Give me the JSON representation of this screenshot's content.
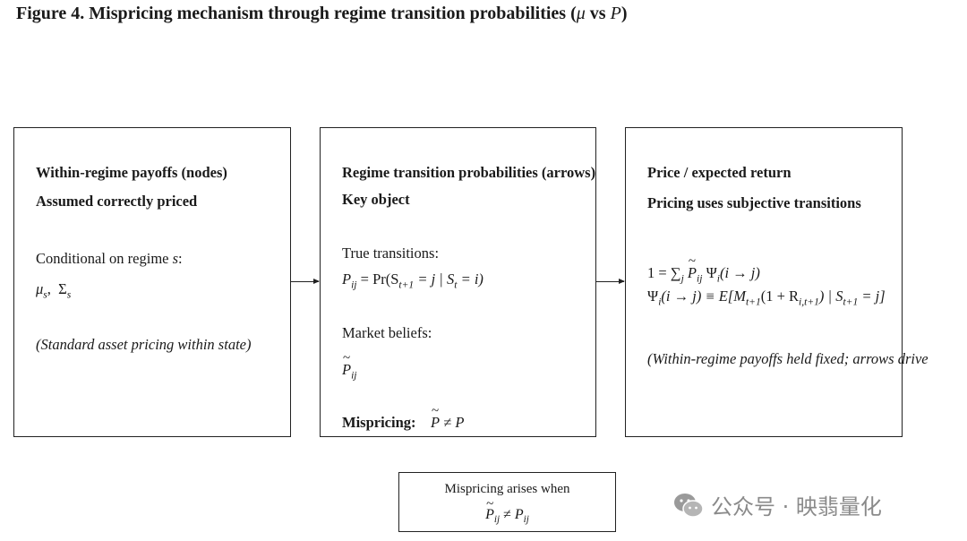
{
  "figure": {
    "title_prefix": "Figure 4. Mispricing mechanism through regime transition probabilities (",
    "title_mu": "μ",
    "title_vs": " vs ",
    "title_p": "P",
    "title_suffix": ")"
  },
  "left_box": {
    "heading": "Within-regime payoffs (nodes)",
    "subheading": "Assumed correctly priced",
    "conditional_text": "Conditional on regime ",
    "conditional_var": "s",
    "conditional_colon": ":",
    "mu": "μ",
    "mu_sub": "s",
    "sigma": "Σ",
    "sigma_sub": "s",
    "note": "(Standard asset pricing within state)"
  },
  "middle_box": {
    "heading": "Regime transition probabilities (arrows)",
    "subheading": "Key object",
    "true_label": "True transitions:",
    "true_formula_lhs": "P",
    "true_formula_lhs_sub": "ij",
    "true_formula_rhs": " = Pr(S",
    "true_formula_rhs_sub1": "t+1",
    "true_formula_mid": " = j | S",
    "true_formula_rhs_sub2": "t",
    "true_formula_end": " = i)",
    "beliefs_label": "Market beliefs:",
    "beliefs_symbol": "P",
    "beliefs_sub": "ij",
    "mispricing_label": "Mispricing:",
    "mispricing_formula_p1": "P",
    "mispricing_formula_neq": " ≠ ",
    "mispricing_formula_p2": "P"
  },
  "right_box": {
    "heading": "Price / expected return",
    "subheading": "Pricing uses subjective transitions",
    "eq1_a": "1 = ∑",
    "eq1_sub_j": "j",
    "eq1_p": "P",
    "eq1_p_sub": "ij",
    "eq1_psi": " Ψ",
    "eq1_psi_sub": "i",
    "eq1_end": "(i → j)",
    "eq2_psi": "Ψ",
    "eq2_psi_sub": "i",
    "eq2_a": "(i → j) ≡ E[M",
    "eq2_sub1": "t+1",
    "eq2_b": "(1 + R",
    "eq2_sub2": "i,t+1",
    "eq2_c": ") | S",
    "eq2_sub3": "t+1",
    "eq2_d": " = j]",
    "note": "(Within-regime payoffs held fixed; arrows drive"
  },
  "bottom_note": {
    "line1": "Mispricing arises when",
    "p1": "P",
    "p1_sub": "ij",
    "neq": " ≠ ",
    "p2": "P",
    "p2_sub": "ij"
  },
  "watermark": {
    "text": "公众号 · 映翡量化",
    "icon": "wechat-icon"
  }
}
